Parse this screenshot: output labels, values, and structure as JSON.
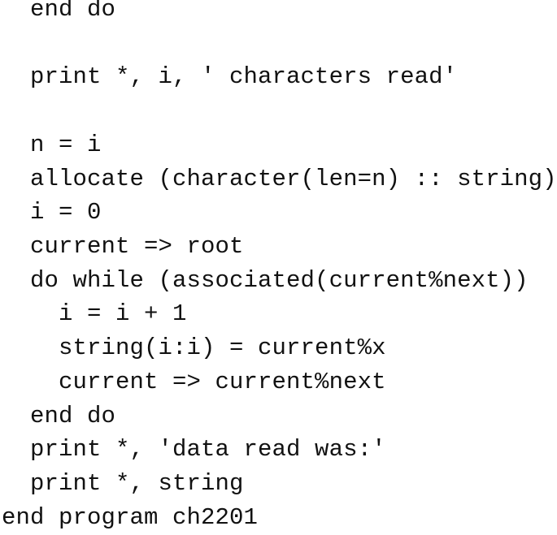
{
  "code_lines": [
    "  end do",
    "",
    "  print *, i, ' characters read'",
    "",
    "  n = i",
    "  allocate (character(len=n) :: string)",
    "  i = 0",
    "  current => root",
    "  do while (associated(current%next))",
    "    i = i + 1",
    "    string(i:i) = current%x",
    "    current => current%next",
    "  end do",
    "  print *, 'data read was:'",
    "  print *, string",
    "end program ch2201"
  ]
}
